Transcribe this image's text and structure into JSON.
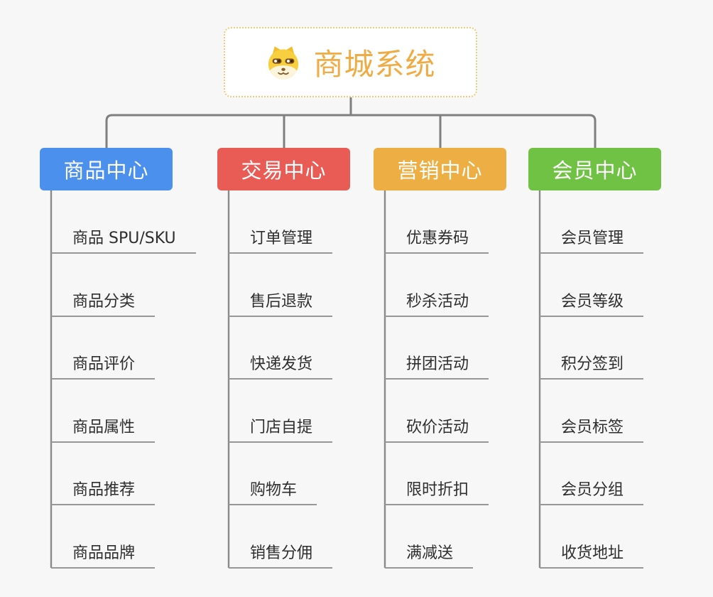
{
  "root": {
    "title": "商城系统",
    "icon": "doge-face-icon"
  },
  "branches": [
    {
      "label": "商品中心",
      "color": "#4B90EC",
      "children": [
        "商品 SPU/SKU",
        "商品分类",
        "商品评价",
        "商品属性",
        "商品推荐",
        "商品品牌"
      ]
    },
    {
      "label": "交易中心",
      "color": "#E95B55",
      "children": [
        "订单管理",
        "售后退款",
        "快递发货",
        "门店自提",
        "购物车",
        "销售分佣"
      ]
    },
    {
      "label": "营销中心",
      "color": "#EDAE44",
      "children": [
        "优惠券码",
        "秒杀活动",
        "拼团活动",
        "砍价活动",
        "限时折扣",
        "满减送"
      ]
    },
    {
      "label": "会员中心",
      "color": "#6FC243",
      "children": [
        "会员管理",
        "会员等级",
        "积分签到",
        "会员标签",
        "会员分组",
        "收货地址"
      ]
    }
  ],
  "colors": {
    "background": "#F7F7F7",
    "connector": "#7F7F7F",
    "branch_line": "#8A8A8A",
    "underline": "#979797",
    "child_text": "#2E2E2E",
    "root_text": "#EFAC44",
    "root_border": "#F5C878",
    "node_text": "#FFFFFF"
  }
}
